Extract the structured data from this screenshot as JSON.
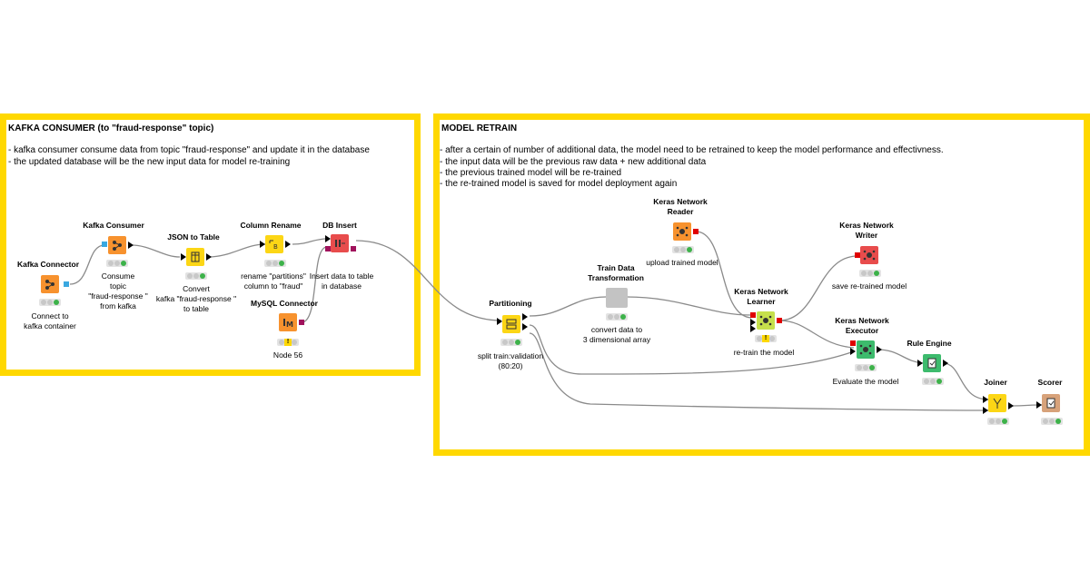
{
  "annotations": {
    "kafka": {
      "title": "KAFKA CONSUMER (to \"fraud-response\" topic)",
      "lines": [
        "- kafka consumer consume data from topic \"fraud-response\" and update it in the database",
        "- the updated database will be the new input data for model re-training"
      ]
    },
    "retrain": {
      "title": "MODEL RETRAIN",
      "lines": [
        "- after a certain of number of additional data, the model need to be retrained to keep the model performance and effectivness.",
        "- the input data will be the previous raw data + new additional data",
        "- the previous trained model will be re-trained",
        "- the re-trained model is saved for model deployment again"
      ]
    }
  },
  "nodes": {
    "kafka_connector": {
      "title": "Kafka Connector",
      "label": [
        "Connect to",
        "kafka container"
      ],
      "color": "#f7922e",
      "icon": "network-icon"
    },
    "kafka_consumer": {
      "title": "Kafka Consumer",
      "label": [
        "Consume",
        "topic",
        "\"fraud-response  \"",
        "from kafka"
      ],
      "color": "#f7922e",
      "icon": "network-icon"
    },
    "json_to_table": {
      "title": "JSON to Table",
      "label": [
        "Convert",
        "kafka \"fraud-response  \"",
        "to table"
      ],
      "color": "#fcd615",
      "icon": "table-icon"
    },
    "column_rename": {
      "title": "Column Rename",
      "label": [
        "rename \"partitions\"",
        "column to \"fraud\""
      ],
      "color": "#fcd615",
      "icon": "rename-icon"
    },
    "db_insert": {
      "title": "DB Insert",
      "label": [
        "Insert data to table",
        "in database"
      ],
      "color": "#e84c4c",
      "icon": "db-icon"
    },
    "mysql_connector": {
      "title": "MySQL Connector",
      "label": [
        "Node 56"
      ],
      "color": "#f7922e",
      "icon": "db-icon"
    },
    "partitioning": {
      "title": "Partitioning",
      "label": [
        "split train:validation",
        "(80:20)"
      ],
      "color": "#fcd615",
      "icon": "partition-icon"
    },
    "train_data_transformation": {
      "title": [
        "Train Data",
        "Transformation"
      ],
      "label": [
        "convert data to",
        "3 dimensional array"
      ],
      "color": "#c3c3c3",
      "icon": "meta-icon"
    },
    "keras_reader": {
      "title": [
        "Keras Network",
        "Reader"
      ],
      "label": [
        "upload trained model"
      ],
      "color": "#f7922e",
      "icon": "neural-icon"
    },
    "keras_learner": {
      "title": [
        "Keras Network",
        "Learner"
      ],
      "label": [
        "re-train the model"
      ],
      "color": "#c6e04c",
      "icon": "neural-icon"
    },
    "keras_writer": {
      "title": [
        "Keras Network",
        "Writer"
      ],
      "label": [
        "save re-trained model"
      ],
      "color": "#e84c4c",
      "icon": "neural-icon"
    },
    "keras_executor": {
      "title": [
        "Keras Network",
        "Executor"
      ],
      "label": [
        "Evaluate the model"
      ],
      "color": "#3dbb6d",
      "icon": "neural-icon"
    },
    "rule_engine": {
      "title": "Rule Engine",
      "label": [],
      "color": "#3dbb6d",
      "icon": "rule-icon"
    },
    "joiner": {
      "title": "Joiner",
      "label": [],
      "color": "#fcd615",
      "icon": "join-icon"
    },
    "scorer": {
      "title": "Scorer",
      "label": [],
      "color": "#d7a27a",
      "icon": "scorer-icon"
    }
  }
}
